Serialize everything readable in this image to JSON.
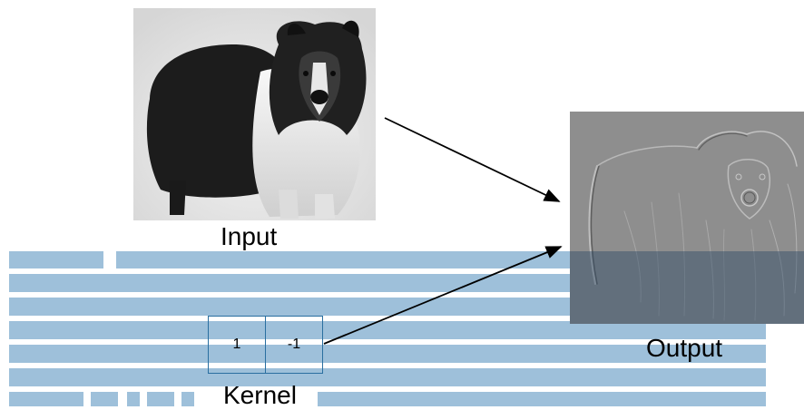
{
  "labels": {
    "input": "Input",
    "output": "Output",
    "kernel": "Kernel"
  },
  "kernel": {
    "values": [
      "1",
      "-1"
    ]
  },
  "colors": {
    "text_bar": "#9ec0da",
    "kernel_border": "#2a6fa0",
    "arrow": "#000000",
    "output_gray": "#8d8d8d"
  },
  "images": {
    "input": "grayscale-dog-photo",
    "output": "edge-detected-dog-image"
  }
}
